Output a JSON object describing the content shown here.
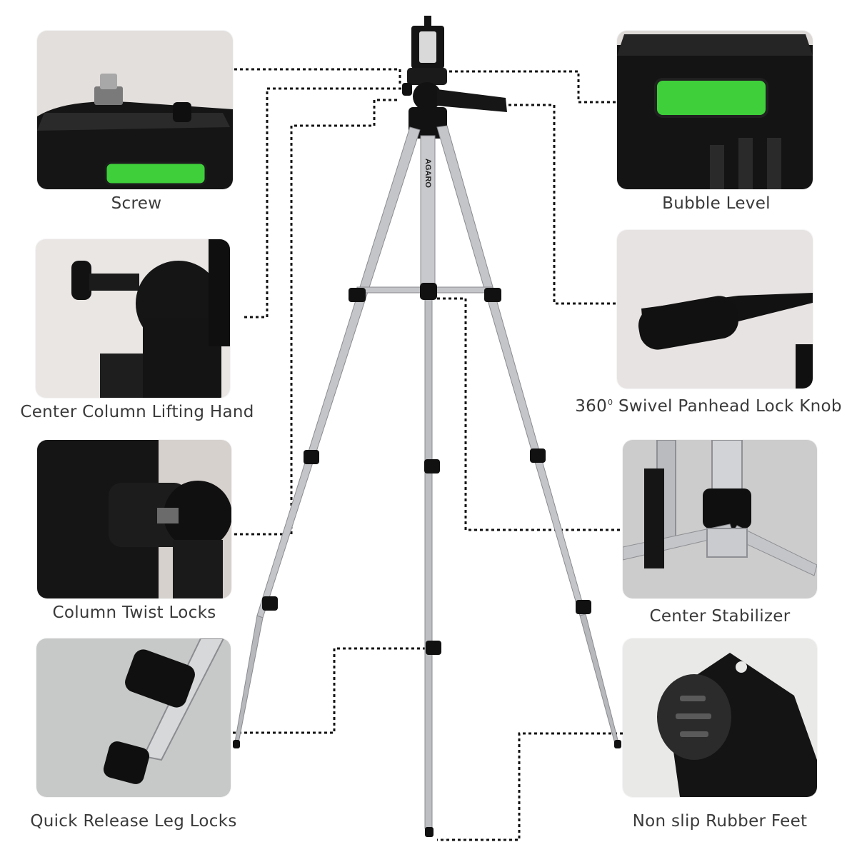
{
  "brand": "AGARO",
  "colors": {
    "background": "#ffffff",
    "caption_text": "#3a3a3a",
    "photo_background": "#e6e4e3",
    "tripod_leg": "#b9babd",
    "tripod_joint": "#111111",
    "bubble_vial": "#3ecf3a",
    "connector": "#111111"
  },
  "features": [
    {
      "id": "screw",
      "caption": "Screw",
      "icon": "mounting-screw-icon"
    },
    {
      "id": "center-column-lifting-hand",
      "caption": "Center Column Lifting Hand",
      "icon": "lifting-crank-icon"
    },
    {
      "id": "column-twist-locks",
      "caption": "Column Twist Locks",
      "icon": "twist-lock-icon"
    },
    {
      "id": "quick-release-leg-locks",
      "caption": "Quick Release Leg Locks",
      "icon": "leg-lock-icon"
    },
    {
      "id": "bubble-level",
      "caption": "Bubble Level",
      "icon": "bubble-level-icon"
    },
    {
      "id": "panhead-lock-knob",
      "caption_prefix": "360",
      "caption_superscript": "0",
      "caption_suffix": "Swivel Panhead Lock Knob",
      "icon": "pan-handle-icon"
    },
    {
      "id": "center-stabilizer",
      "caption": "Center Stabilizer",
      "icon": "stabilizer-brace-icon"
    },
    {
      "id": "rubber-feet",
      "caption": "Non slip Rubber Feet",
      "icon": "rubber-foot-icon"
    }
  ]
}
